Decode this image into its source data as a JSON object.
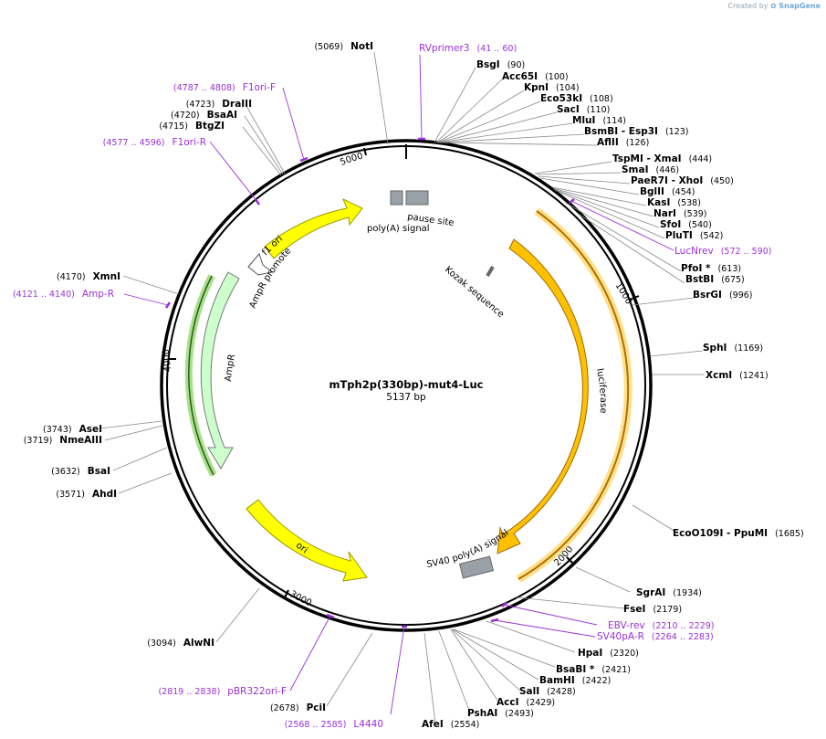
{
  "credit": {
    "prefix": "Created by",
    "brand": "SnapGene",
    "icon": "snapgene-logo-icon"
  },
  "plasmid": {
    "name": "mTph2p(330bp)-mut4-Luc",
    "length_label": "5137 bp",
    "length": 5137
  },
  "ticks": [
    "1000",
    "2000",
    "3000",
    "4000",
    "5000"
  ],
  "colors": {
    "yellow": "#ffff00",
    "orange": "#ffc000",
    "lightgreen": "#ccffcc",
    "gray": "#9aa0a8",
    "primer": "#9b30d9"
  },
  "enzymes_right": [
    {
      "name": "BsgI",
      "pos": "(90)"
    },
    {
      "name": "Acc65I",
      "pos": "(100)"
    },
    {
      "name": "KpnI",
      "pos": "(104)"
    },
    {
      "name": "Eco53kI",
      "pos": "(108)"
    },
    {
      "name": "SacI",
      "pos": "(110)"
    },
    {
      "name": "MluI",
      "pos": "(114)"
    },
    {
      "name": "BsmBI - Esp3I",
      "pos": "(123)"
    },
    {
      "name": "AflII",
      "pos": "(126)"
    },
    {
      "name": "TspMI - XmaI",
      "pos": "(444)"
    },
    {
      "name": "SmaI",
      "pos": "(446)"
    },
    {
      "name": "PaeR7I - XhoI",
      "pos": "(450)"
    },
    {
      "name": "BglII",
      "pos": "(454)"
    },
    {
      "name": "KasI",
      "pos": "(538)"
    },
    {
      "name": "NarI",
      "pos": "(539)"
    },
    {
      "name": "SfoI",
      "pos": "(540)"
    },
    {
      "name": "PluTI",
      "pos": "(542)"
    },
    {
      "name": "PfoI *",
      "pos": "(613)"
    },
    {
      "name": "BstBI",
      "pos": "(675)"
    },
    {
      "name": "BsrGI",
      "pos": "(996)"
    },
    {
      "name": "SphI",
      "pos": "(1169)"
    },
    {
      "name": "XcmI",
      "pos": "(1241)"
    },
    {
      "name": "EcoO109I - PpuMI",
      "pos": "(1685)"
    },
    {
      "name": "SgrAI",
      "pos": "(1934)"
    },
    {
      "name": "FseI",
      "pos": "(2179)"
    },
    {
      "name": "HpaI",
      "pos": "(2320)"
    },
    {
      "name": "BsaBI *",
      "pos": "(2421)"
    },
    {
      "name": "BamHI",
      "pos": "(2422)"
    },
    {
      "name": "SalI",
      "pos": "(2428)"
    },
    {
      "name": "AccI",
      "pos": "(2429)"
    },
    {
      "name": "PshAI",
      "pos": "(2493)"
    },
    {
      "name": "AfeI",
      "pos": "(2554)"
    }
  ],
  "enzymes_left": [
    {
      "name": "NotI",
      "pos": "(5069)"
    },
    {
      "name": "DraIII",
      "pos": "(4723)"
    },
    {
      "name": "BsaAI",
      "pos": "(4720)"
    },
    {
      "name": "BtgZI",
      "pos": "(4715)"
    },
    {
      "name": "XmnI",
      "pos": "(4170)"
    },
    {
      "name": "AseI",
      "pos": "(3743)"
    },
    {
      "name": "NmeAIII",
      "pos": "(3719)"
    },
    {
      "name": "BsaI",
      "pos": "(3632)"
    },
    {
      "name": "AhdI",
      "pos": "(3571)"
    },
    {
      "name": "AlwNI",
      "pos": "(3094)"
    },
    {
      "name": "PciI",
      "pos": "(2678)"
    }
  ],
  "primers": [
    {
      "name": "RVprimer3",
      "range": "(41 .. 60)"
    },
    {
      "name": "LucNrev",
      "range": "(572 .. 590)"
    },
    {
      "name": "EBV-rev",
      "range": "(2210 .. 2229)"
    },
    {
      "name": "SV40pA-R",
      "range": "(2264 .. 2283)"
    },
    {
      "name": "L4440",
      "range": "(2568 .. 2585)"
    },
    {
      "name": "pBR322ori-F",
      "range": "(2819 .. 2838)"
    },
    {
      "name": "Amp-R",
      "range": "(4121 .. 4140)"
    },
    {
      "name": "F1ori-R",
      "range": "(4577 .. 4596)"
    },
    {
      "name": "F1ori-F",
      "range": "(4787 .. 4808)"
    }
  ],
  "features": {
    "f1_ori": "f1 ori",
    "ampr_promoter": "AmpR promoter",
    "ampr": "AmpR",
    "ori": "ori",
    "luciferase": "luciferase",
    "sv40": "SV40 poly(A) signal",
    "kozak": "Kozak sequence",
    "pause": "pause site",
    "polya": "poly(A) signal"
  }
}
